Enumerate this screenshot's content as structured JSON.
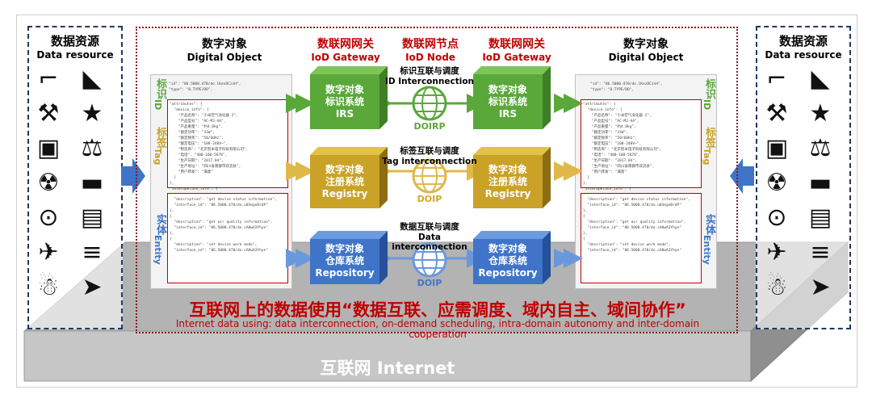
{
  "resource": {
    "title_cn": "数据资源",
    "title_en": "Data resource"
  },
  "left_icons": [
    "street-lamp-icon",
    "cctv-camera-icon",
    "gavel-icon",
    "running-person-icon",
    "safe-icon",
    "scales-icon",
    "siren-icon",
    "car-icon",
    "motorcycle-icon",
    "train-icon",
    "airplane-icon",
    "books-icon",
    "robot-icon",
    "rocket-icon"
  ],
  "digital_object": {
    "cn": "数字对象",
    "en": "Digital Object"
  },
  "gateway": {
    "cn": "数联网网关",
    "en": "IoD Gateway"
  },
  "node": {
    "cn": "数联网节点",
    "en": "IoD Node"
  },
  "sections": {
    "id": {
      "cn": "标识",
      "en": "ID"
    },
    "tag": {
      "cn": "标签",
      "en": "Tag"
    },
    "entity": {
      "cn": "实体",
      "en": "Entity"
    }
  },
  "code": {
    "id_block": "\"id\": \"86.5000.470/do.lKezDCzsH\",\n\"type\": \"0.TYPE/DO\",",
    "tag_block": "\"attributes\": {\n  \"device_info\": {\n    \"产品名称\": \"小米空气净化器 2\",\n    \"产品型号\": \"AC-M2-AA\",\n    \"产品重量\": \"约4.8kg\",\n    \"额定功率\": \"31W\",\n    \"额定频率\": \"50/60Hz\",\n    \"额定电压\": \"100-240V~\",\n    \"制造商\": \"北京智米电子科技有限公司\",\n    \"电话\": \"400-100-5678\",\n    \"生产日期\": \"2017.04\",\n    \"生产地址\": \"四川省南都市双流县\",\n    \"用户转发\": \"满意\"\n  }\n},\n\"interoperate_info\": {",
    "entity_block": "  \"description\": \"get device status information\",\n  \"interface_id\": \"86.5000.470/do.u03egoBrdP\"\n},\n{\n  \"description\": \"get air quality information\",\n  \"interface_id\": \"86.5000.470/do.cA8wA3Yhye\"\n},\n{\n  \"description\": \"set device work mode\",\n  \"interface_id\": \"86.5000.470/do.cA8wA3Yhye\""
  },
  "irs": {
    "line1": "数字对象",
    "line2": "标识系统",
    "line3": "IRS"
  },
  "registry": {
    "line1": "数字对象",
    "line2": "注册系统",
    "line3": "Registry"
  },
  "repository": {
    "line1": "数字对象",
    "line2": "仓库系统",
    "line3": "Repository"
  },
  "interconnections": {
    "id": {
      "cn": "标识互联与调度",
      "en": "ID Interconnection"
    },
    "tag": {
      "cn": "标签互联与调度",
      "en": "Tag interconnection"
    },
    "data": {
      "cn": "数据互联与调度",
      "en": "Data interconnection"
    }
  },
  "protocols": {
    "doirp": "DOIRP",
    "doip1": "DOIP",
    "doip2": "DOIP"
  },
  "bottom": {
    "cn": "互联网上的数据使用“数据互联、应需调度、域内自主、域间协作”",
    "en": "Internet data using: data interconnection, on-demand scheduling, intra-domain autonomy and inter-domain cooperation"
  },
  "internet": "互联网 Internet",
  "colors": {
    "green": "#5aa83a",
    "gold": "#c9a227",
    "blue": "#3f74c8",
    "red": "#c00000",
    "navy": "#1f3864"
  }
}
